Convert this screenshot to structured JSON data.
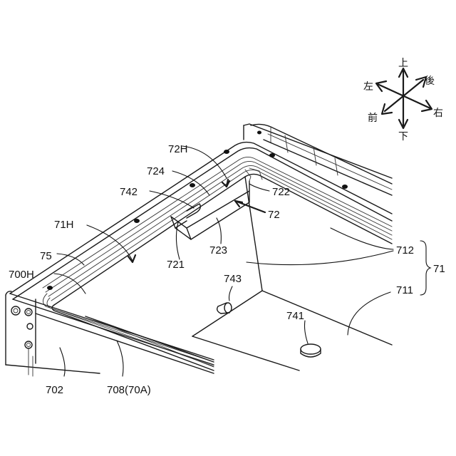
{
  "compass": {
    "up": "上",
    "down": "下",
    "left": "左",
    "right": "右",
    "front": "前",
    "back": "後"
  },
  "labels": {
    "l_72H": "72H",
    "l_724": "724",
    "l_742": "742",
    "l_722": "722",
    "l_72": "72",
    "l_71H": "71H",
    "l_723": "723",
    "l_75": "75",
    "l_721": "721",
    "l_712": "712",
    "l_71": "71",
    "l_700H": "700H",
    "l_743": "743",
    "l_711": "711",
    "l_741": "741",
    "l_702": "702",
    "l_708": "708(70A)"
  }
}
